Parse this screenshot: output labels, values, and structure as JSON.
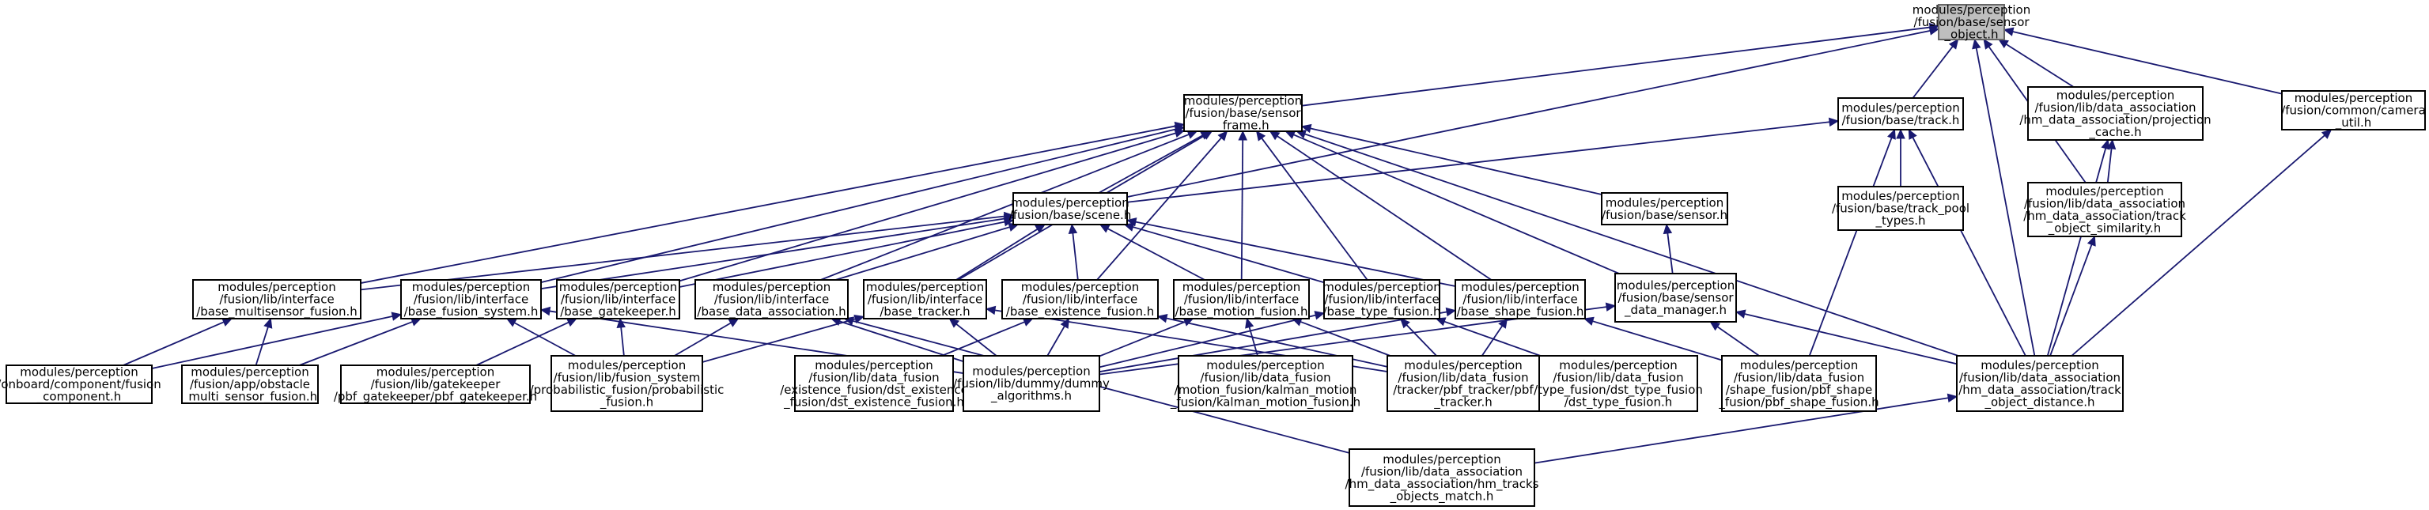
{
  "graph": {
    "title": "",
    "colors": {
      "edge": "#191970",
      "node_border": "#000000",
      "root_fill": "#bfbfbf",
      "root_border": "#666666",
      "node_fill": "#ffffff"
    },
    "nodes": [
      {
        "id": "sensor_object",
        "root": true,
        "lines": [
          "modules/perception",
          "/fusion/base/sensor",
          "_object.h"
        ]
      },
      {
        "id": "sensor_frame",
        "lines": [
          "modules/perception",
          "/fusion/base/sensor",
          "_frame.h"
        ]
      },
      {
        "id": "track",
        "lines": [
          "modules/perception",
          "/fusion/base/track.h"
        ]
      },
      {
        "id": "projection_cache",
        "lines": [
          "modules/perception",
          "/fusion/lib/data_association",
          "/hm_data_association/projection",
          "_cache.h"
        ]
      },
      {
        "id": "camera_util",
        "lines": [
          "modules/perception",
          "/fusion/common/camera",
          "_util.h"
        ]
      },
      {
        "id": "scene",
        "lines": [
          "modules/perception",
          "/fusion/base/scene.h"
        ]
      },
      {
        "id": "sensor",
        "lines": [
          "modules/perception",
          "/fusion/base/sensor.h"
        ]
      },
      {
        "id": "track_pool_types",
        "lines": [
          "modules/perception",
          "/fusion/base/track_pool",
          "_types.h"
        ]
      },
      {
        "id": "track_object_similarity",
        "lines": [
          "modules/perception",
          "/fusion/lib/data_association",
          "/hm_data_association/track",
          "_object_similarity.h"
        ]
      },
      {
        "id": "base_multisensor_fusion",
        "lines": [
          "modules/perception",
          "/fusion/lib/interface",
          "/base_multisensor_fusion.h"
        ]
      },
      {
        "id": "base_fusion_system",
        "lines": [
          "modules/perception",
          "/fusion/lib/interface",
          "/base_fusion_system.h"
        ]
      },
      {
        "id": "base_gatekeeper",
        "lines": [
          "modules/perception",
          "/fusion/lib/interface",
          "/base_gatekeeper.h"
        ]
      },
      {
        "id": "base_data_association",
        "lines": [
          "modules/perception",
          "/fusion/lib/interface",
          "/base_data_association.h"
        ]
      },
      {
        "id": "base_tracker",
        "lines": [
          "modules/perception",
          "/fusion/lib/interface",
          "/base_tracker.h"
        ]
      },
      {
        "id": "base_existence_fusion",
        "lines": [
          "modules/perception",
          "/fusion/lib/interface",
          "/base_existence_fusion.h"
        ]
      },
      {
        "id": "base_motion_fusion",
        "lines": [
          "modules/perception",
          "/fusion/lib/interface",
          "/base_motion_fusion.h"
        ]
      },
      {
        "id": "base_type_fusion",
        "lines": [
          "modules/perception",
          "/fusion/lib/interface",
          "/base_type_fusion.h"
        ]
      },
      {
        "id": "base_shape_fusion",
        "lines": [
          "modules/perception",
          "/fusion/lib/interface",
          "/base_shape_fusion.h"
        ]
      },
      {
        "id": "sensor_data_manager",
        "lines": [
          "modules/perception",
          "/fusion/base/sensor",
          "_data_manager.h"
        ]
      },
      {
        "id": "fusion_component",
        "lines": [
          "modules/perception",
          "/onboard/component/fusion",
          "_component.h"
        ]
      },
      {
        "id": "obstacle_multi_sensor_fusion",
        "lines": [
          "modules/perception",
          "/fusion/app/obstacle",
          "_multi_sensor_fusion.h"
        ]
      },
      {
        "id": "pbf_gatekeeper",
        "lines": [
          "modules/perception",
          "/fusion/lib/gatekeeper",
          "/pbf_gatekeeper/pbf_gatekeeper.h"
        ]
      },
      {
        "id": "probabilistic_fusion",
        "lines": [
          "modules/perception",
          "/fusion/lib/fusion_system",
          "/probabilistic_fusion/probabilistic",
          "_fusion.h"
        ]
      },
      {
        "id": "dst_existence_fusion",
        "lines": [
          "modules/perception",
          "/fusion/lib/data_fusion",
          "/existence_fusion/dst_existence",
          "_fusion/dst_existence_fusion.h"
        ]
      },
      {
        "id": "dummy_algorithms",
        "lines": [
          "modules/perception",
          "/fusion/lib/dummy/dummy",
          "_algorithms.h"
        ]
      },
      {
        "id": "kalman_motion_fusion",
        "lines": [
          "modules/perception",
          "/fusion/lib/data_fusion",
          "/motion_fusion/kalman_motion",
          "_fusion/kalman_motion_fusion.h"
        ]
      },
      {
        "id": "pbf_tracker",
        "lines": [
          "modules/perception",
          "/fusion/lib/data_fusion",
          "/tracker/pbf_tracker/pbf",
          "_tracker.h"
        ]
      },
      {
        "id": "dst_type_fusion",
        "lines": [
          "modules/perception",
          "/fusion/lib/data_fusion",
          "/type_fusion/dst_type_fusion",
          "/dst_type_fusion.h"
        ]
      },
      {
        "id": "pbf_shape_fusion",
        "lines": [
          "modules/perception",
          "/fusion/lib/data_fusion",
          "/shape_fusion/pbf_shape",
          "_fusion/pbf_shape_fusion.h"
        ]
      },
      {
        "id": "track_object_distance",
        "lines": [
          "modules/perception",
          "/fusion/lib/data_association",
          "/hm_data_association/track",
          "_object_distance.h"
        ]
      },
      {
        "id": "hm_tracks_objects_match",
        "lines": [
          "modules/perception",
          "/fusion/lib/data_association",
          "/hm_data_association/hm_tracks",
          "_objects_match.h"
        ]
      }
    ],
    "edges": [
      [
        "sensor_object",
        "sensor_frame"
      ],
      [
        "sensor_object",
        "scene"
      ],
      [
        "sensor_object",
        "track"
      ],
      [
        "sensor_object",
        "projection_cache"
      ],
      [
        "sensor_object",
        "track_object_similarity"
      ],
      [
        "sensor_object",
        "camera_util"
      ],
      [
        "sensor_object",
        "track_object_distance"
      ],
      [
        "sensor_frame",
        "scene"
      ],
      [
        "sensor_frame",
        "sensor"
      ],
      [
        "sensor_frame",
        "base_multisensor_fusion"
      ],
      [
        "sensor_frame",
        "base_fusion_system"
      ],
      [
        "sensor_frame",
        "base_gatekeeper"
      ],
      [
        "sensor_frame",
        "base_data_association"
      ],
      [
        "sensor_frame",
        "base_tracker"
      ],
      [
        "sensor_frame",
        "base_existence_fusion"
      ],
      [
        "sensor_frame",
        "base_motion_fusion"
      ],
      [
        "sensor_frame",
        "base_type_fusion"
      ],
      [
        "sensor_frame",
        "base_shape_fusion"
      ],
      [
        "sensor_frame",
        "sensor_data_manager"
      ],
      [
        "sensor_frame",
        "track_object_distance"
      ],
      [
        "track",
        "scene"
      ],
      [
        "track",
        "track_pool_types"
      ],
      [
        "track",
        "pbf_shape_fusion"
      ],
      [
        "track",
        "track_object_distance"
      ],
      [
        "projection_cache",
        "track_object_similarity"
      ],
      [
        "projection_cache",
        "track_object_distance"
      ],
      [
        "track_object_similarity",
        "track_object_distance"
      ],
      [
        "camera_util",
        "track_object_distance"
      ],
      [
        "scene",
        "base_multisensor_fusion"
      ],
      [
        "scene",
        "base_fusion_system"
      ],
      [
        "scene",
        "base_gatekeeper"
      ],
      [
        "scene",
        "base_data_association"
      ],
      [
        "scene",
        "base_tracker"
      ],
      [
        "scene",
        "base_existence_fusion"
      ],
      [
        "scene",
        "base_motion_fusion"
      ],
      [
        "scene",
        "base_type_fusion"
      ],
      [
        "scene",
        "base_shape_fusion"
      ],
      [
        "sensor",
        "sensor_data_manager"
      ],
      [
        "base_multisensor_fusion",
        "fusion_component"
      ],
      [
        "base_multisensor_fusion",
        "obstacle_multi_sensor_fusion"
      ],
      [
        "base_fusion_system",
        "fusion_component"
      ],
      [
        "base_fusion_system",
        "obstacle_multi_sensor_fusion"
      ],
      [
        "base_fusion_system",
        "probabilistic_fusion"
      ],
      [
        "base_fusion_system",
        "dummy_algorithms"
      ],
      [
        "base_gatekeeper",
        "pbf_gatekeeper"
      ],
      [
        "base_gatekeeper",
        "probabilistic_fusion"
      ],
      [
        "base_data_association",
        "probabilistic_fusion"
      ],
      [
        "base_data_association",
        "dummy_algorithms"
      ],
      [
        "base_data_association",
        "hm_tracks_objects_match"
      ],
      [
        "base_tracker",
        "probabilistic_fusion"
      ],
      [
        "base_tracker",
        "dummy_algorithms"
      ],
      [
        "base_tracker",
        "pbf_tracker"
      ],
      [
        "base_existence_fusion",
        "dst_existence_fusion"
      ],
      [
        "base_existence_fusion",
        "dummy_algorithms"
      ],
      [
        "base_existence_fusion",
        "pbf_tracker"
      ],
      [
        "base_motion_fusion",
        "dummy_algorithms"
      ],
      [
        "base_motion_fusion",
        "kalman_motion_fusion"
      ],
      [
        "base_motion_fusion",
        "pbf_tracker"
      ],
      [
        "base_type_fusion",
        "dummy_algorithms"
      ],
      [
        "base_type_fusion",
        "pbf_tracker"
      ],
      [
        "base_type_fusion",
        "dst_type_fusion"
      ],
      [
        "base_shape_fusion",
        "dummy_algorithms"
      ],
      [
        "base_shape_fusion",
        "pbf_tracker"
      ],
      [
        "base_shape_fusion",
        "pbf_shape_fusion"
      ],
      [
        "sensor_data_manager",
        "dummy_algorithms"
      ],
      [
        "sensor_data_manager",
        "pbf_shape_fusion"
      ],
      [
        "sensor_data_manager",
        "track_object_distance"
      ],
      [
        "track_object_distance",
        "hm_tracks_objects_match"
      ]
    ]
  }
}
